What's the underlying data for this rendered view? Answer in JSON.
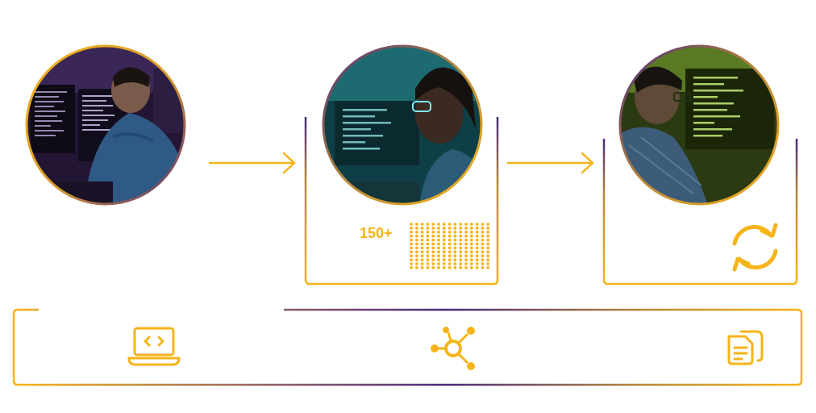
{
  "colors": {
    "gold": "#F5B419",
    "purple": "#4B2A7B",
    "photo1_tint": "#3a2757",
    "photo2_tint": "#1d6b70",
    "photo3_tint": "#5a7a23"
  },
  "steps": [
    {
      "photo": "developer-at-purple-monitors"
    },
    {
      "photo": "developer-with-glasses-teal",
      "count_label": "150+",
      "icon": "dot-grid-icon"
    },
    {
      "photo": "developer-green-code",
      "icon": "refresh-icon"
    }
  ],
  "bottom_icons": [
    "laptop-code-icon",
    "network-nodes-icon",
    "documents-icon"
  ]
}
